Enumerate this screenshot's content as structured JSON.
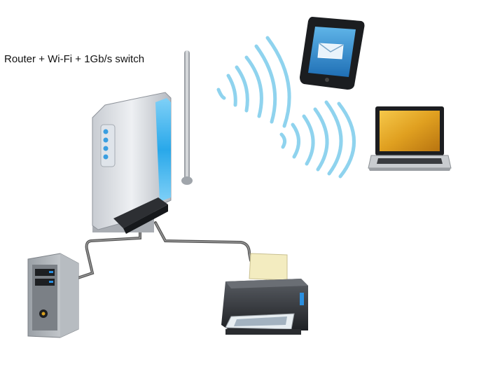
{
  "caption": "Router + Wi-Fi + 1Gb/s switch",
  "devices": [
    {
      "name": "router",
      "icon": "router-icon"
    },
    {
      "name": "tablet",
      "icon": "envelope-icon"
    },
    {
      "name": "laptop",
      "icon": "laptop-icon"
    },
    {
      "name": "nas-server",
      "icon": "server-icon"
    },
    {
      "name": "printer",
      "icon": "printer-icon"
    }
  ],
  "colors": {
    "wifi_waves": "#8fd3ee",
    "router_accent": "#29a8ea",
    "cable": "#555555",
    "laptop_screen": "#e0a020"
  }
}
